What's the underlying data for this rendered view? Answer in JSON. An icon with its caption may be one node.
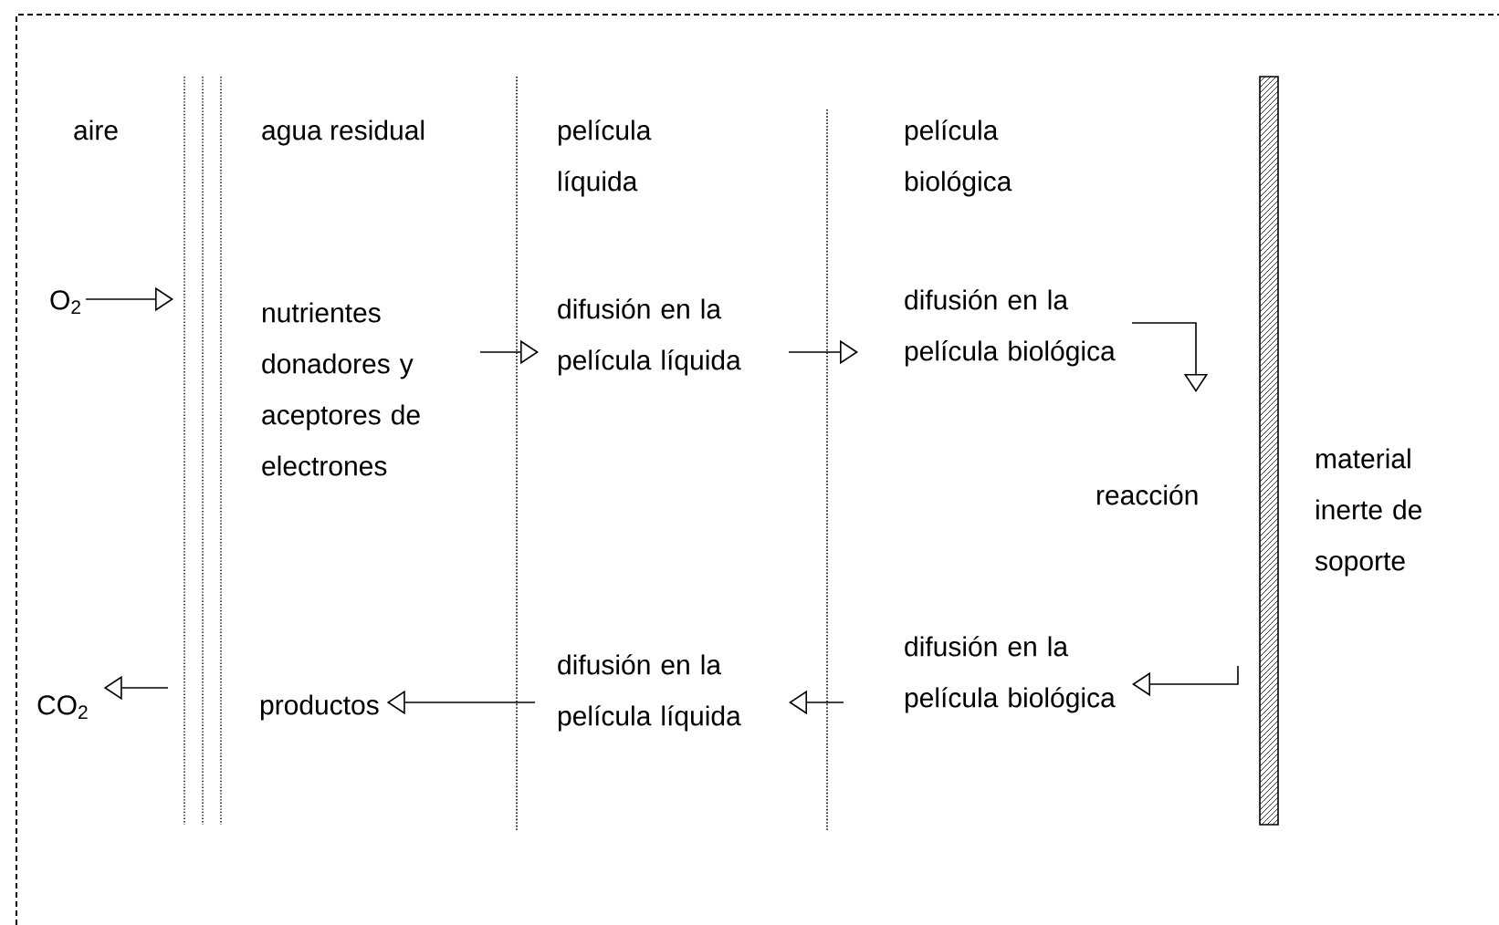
{
  "diagram": {
    "nodes": [
      {
        "text": [
          "O$_{2}$"
        ]
      },
      {
        "text": [
          "nutrientes donadores y aceptores de electrones"
        ]
      },
      {
        "text": [
          "difusión en la película líquida"
        ]
      },
      {
        "text": [
          "difusión en la película biológica"
        ]
      },
      {
        "text": [
          "reacción"
        ]
      },
      {
        "text": [
          "difusión en la película biológica"
        ]
      },
      {
        "text": [
          "difusión en la película líquida"
        ]
      },
      {
        "text": [
          "productos"
        ]
      },
      {
        "text": [
          "CO$_{2}$"
        ]
      }
    ],
    "edges": [
      {
        "from": 0,
        "to": null,
        "arrow": "to"
      },
      {
        "from": 1,
        "to": 2,
        "arrow": "to"
      },
      {
        "from": 2,
        "to": 3,
        "arrow": "to"
      },
      {
        "from": 3,
        "to": null,
        "arrow": "to"
      },
      {
        "from": null,
        "to": 5,
        "arrow": "to"
      },
      {
        "from": 5,
        "to": 6,
        "arrow": "to"
      },
      {
        "from": 6,
        "to": 7,
        "arrow": "to"
      },
      {
        "from": null,
        "to": 8,
        "arrow": "to"
      }
    ],
    "labels": [
      "aire",
      "agua residual",
      "película líquida",
      "película biológica",
      "material inerte de soporte"
    ]
  }
}
